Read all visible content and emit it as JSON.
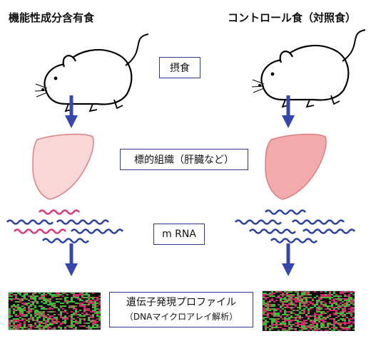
{
  "left_column": {
    "title": "機能性成分含有食"
  },
  "right_column": {
    "title": "コントロール食（対照食）"
  },
  "steps": {
    "feeding": "摂食",
    "tissue": "標的組織（肝臓など）",
    "rna": "m RNA",
    "profile_line1": "遺伝子発現プロファイル",
    "profile_line2": "（DNAマイクロアレイ解析）"
  },
  "colors": {
    "arrow": "#3546b0",
    "box_border": "#2b3b8f",
    "liver_left": "#f9d7d7",
    "liver_right": "#f2aaaa",
    "liver_stroke": "#e07f7f",
    "rna_blue": "#2b3fa6",
    "rna_pink": "#e0357a",
    "array_green": "#39c02e",
    "array_red": "#e0206e",
    "array_black": "#0a0a0a"
  },
  "icons": [
    "mouse-icon",
    "liver-icon",
    "mrna-wave-icon",
    "down-arrow-icon",
    "microarray-heatmap"
  ]
}
